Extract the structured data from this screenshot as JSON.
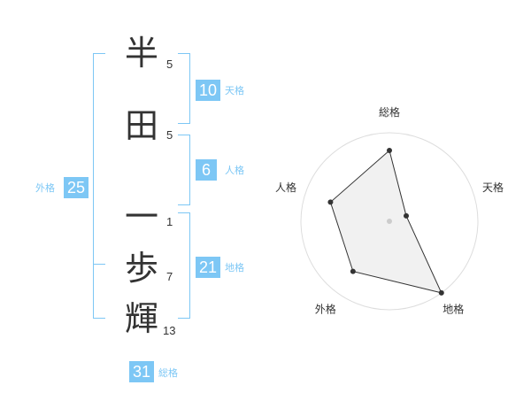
{
  "name_chars": [
    {
      "char": "半",
      "strokes": "5"
    },
    {
      "char": "田",
      "strokes": "5"
    },
    {
      "char": "一",
      "strokes": "1"
    },
    {
      "char": "歩",
      "strokes": "7"
    },
    {
      "char": "輝",
      "strokes": "13"
    }
  ],
  "fortunes": {
    "tenkaku": {
      "label": "天格",
      "value": "10"
    },
    "jinkaku": {
      "label": "人格",
      "value": "6"
    },
    "chikaku": {
      "label": "地格",
      "value": "21"
    },
    "gaikaku": {
      "label": "外格",
      "value": "25"
    },
    "soukaku": {
      "label": "総格",
      "value": "31"
    }
  },
  "colors": {
    "accent": "#7dc7f5",
    "text": "#333333",
    "radar_fill": "#eeeeee",
    "radar_ring": "#dddddd"
  },
  "chart_data": {
    "type": "radar",
    "axes": [
      "総格",
      "天格",
      "地格",
      "外格",
      "人格"
    ],
    "values": [
      4,
      1,
      5,
      3.5,
      3.5
    ],
    "rmax": 5,
    "rings": 5
  }
}
